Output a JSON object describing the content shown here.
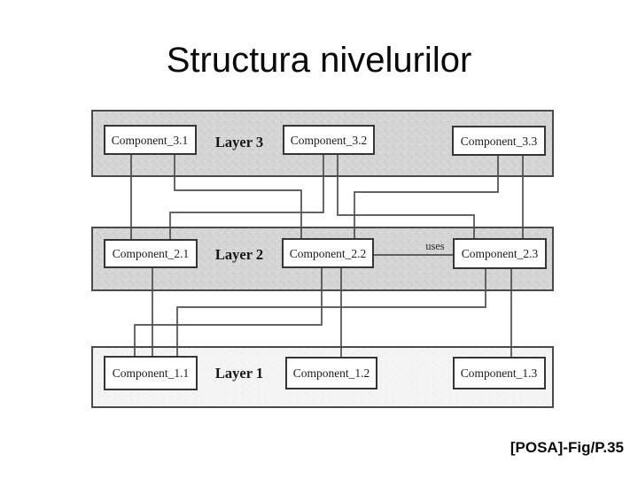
{
  "slide": {
    "title": "Structura nivelurilor",
    "caption": "[POSA]-Fig/P.35"
  },
  "diagram": {
    "uses_label": "uses",
    "layers": [
      {
        "label": "Layer 3",
        "components": [
          "Component_3.1",
          "Component_3.2",
          "Component_3.3"
        ]
      },
      {
        "label": "Layer 2",
        "components": [
          "Component_2.1",
          "Component_2.2",
          "Component_2.3"
        ]
      },
      {
        "label": "Layer 1",
        "components": [
          "Component_1.1",
          "Component_1.2",
          "Component_1.3"
        ]
      }
    ],
    "connections": [
      {
        "from": "Component_3.1",
        "to": "Component_2.1"
      },
      {
        "from": "Component_3.1",
        "to": "Component_2.2"
      },
      {
        "from": "Component_3.2",
        "to": "Component_2.1"
      },
      {
        "from": "Component_3.2",
        "to": "Component_2.3"
      },
      {
        "from": "Component_3.3",
        "to": "Component_2.2"
      },
      {
        "from": "Component_3.3",
        "to": "Component_2.3"
      },
      {
        "from": "Component_2.2",
        "to": "Component_2.3",
        "label": "uses"
      },
      {
        "from": "Component_2.1",
        "to": "Component_1.1"
      },
      {
        "from": "Component_2.2",
        "to": "Component_1.1"
      },
      {
        "from": "Component_2.2",
        "to": "Component_1.2"
      },
      {
        "from": "Component_2.3",
        "to": "Component_1.1"
      },
      {
        "from": "Component_2.3",
        "to": "Component_1.3"
      }
    ],
    "colors": {
      "band_gray": "#d5d5d5",
      "band_light": "#f4f4f4",
      "line": "#4e4e4e",
      "box_fill": "#ffffff",
      "text": "#1c1c1c"
    }
  }
}
